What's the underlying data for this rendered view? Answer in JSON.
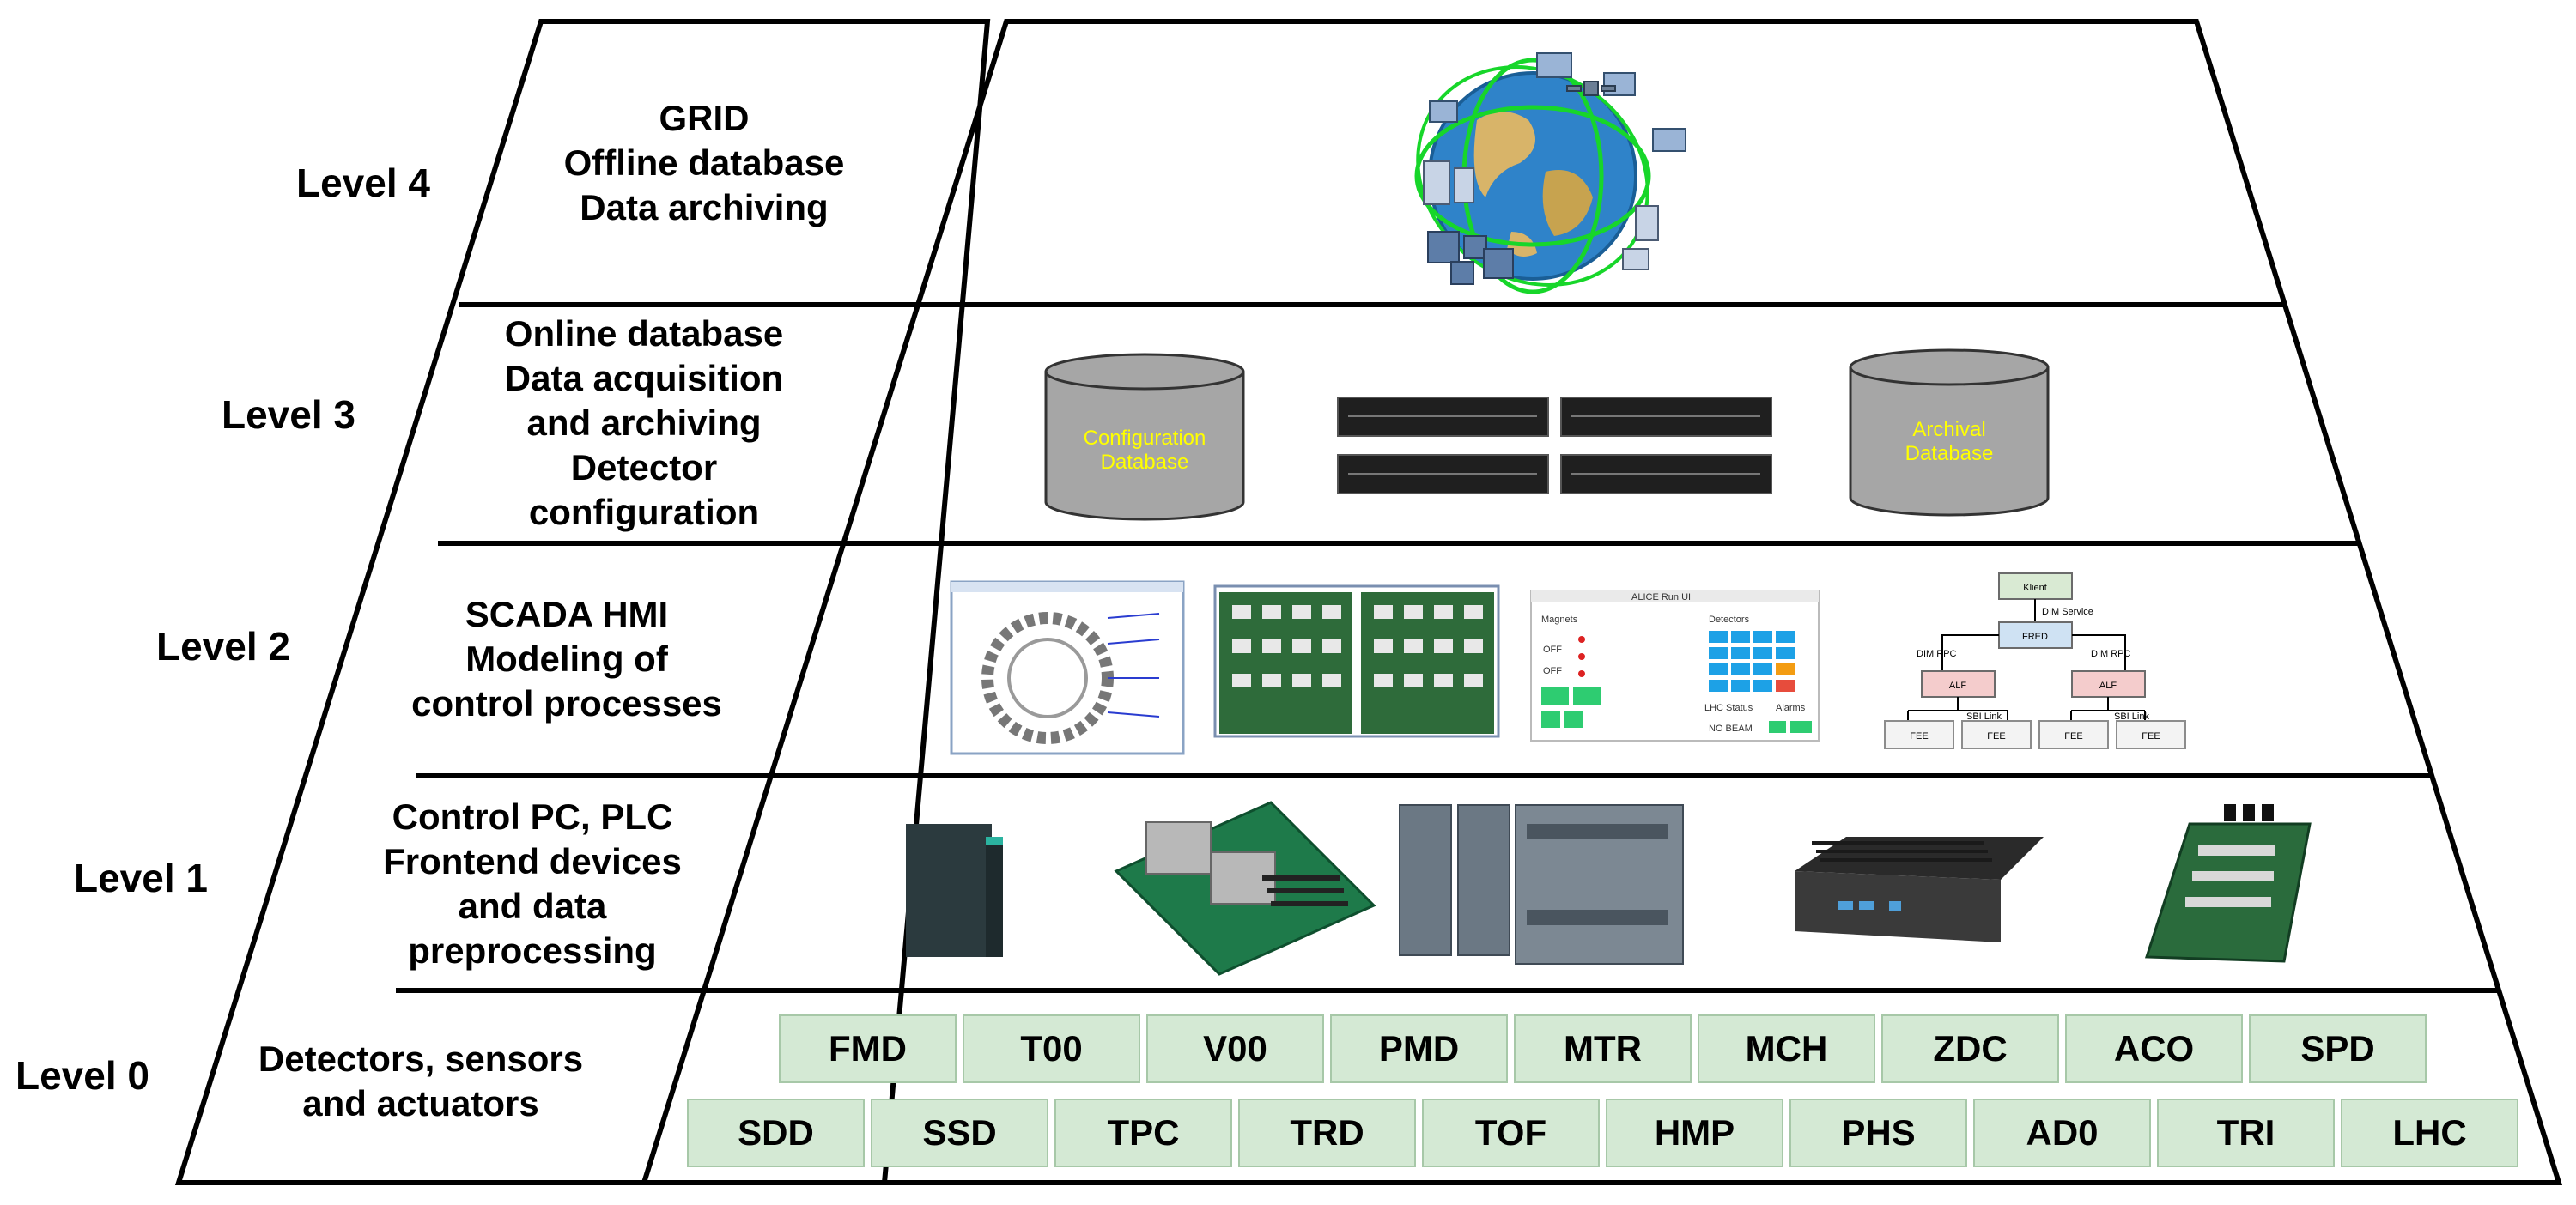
{
  "levels": [
    {
      "label": "Level 4",
      "desc": [
        "GRID",
        "Offline database",
        "Data archiving"
      ]
    },
    {
      "label": "Level 3",
      "desc": [
        "Online database",
        "Data acquisition",
        "and archiving",
        "Detector",
        "configuration"
      ]
    },
    {
      "label": "Level 2",
      "desc": [
        "SCADA HMI",
        "Modeling of",
        "control processes"
      ]
    },
    {
      "label": "Level 1",
      "desc": [
        "Control PC, PLC",
        "Frontend devices",
        "and data",
        "preprocessing"
      ]
    },
    {
      "label": "Level 0",
      "desc": [
        "Detectors, sensors",
        "and actuators"
      ]
    }
  ],
  "databases": {
    "configuration": [
      "Configuration",
      "Database"
    ],
    "archival": [
      "Archival",
      "Database"
    ]
  },
  "detectors": {
    "row1": [
      "FMD",
      "T00",
      "V00",
      "PMD",
      "MTR",
      "MCH",
      "ZDC",
      "ACO",
      "SPD"
    ],
    "row2": [
      "SDD",
      "SSD",
      "TPC",
      "TRD",
      "TOF",
      "HMP",
      "PHS",
      "AD0",
      "TRI",
      "LHC"
    ]
  },
  "scada_panel": {
    "title": "ALICE Run UI",
    "headers": [
      "Magnets",
      "Detectors"
    ],
    "states": [
      "OFF",
      "OFF"
    ],
    "lhc_status_label": "LHC Status",
    "alarms_label": "Alarms",
    "beam_status": "NO BEAM"
  },
  "control_tree": {
    "klient": "Klient",
    "dim_service": "DIM Service",
    "fred": "FRED",
    "dim_rpc": "DIM RPC",
    "alf": "ALF",
    "sbi_link": "SBI Link",
    "fee": "FEE"
  },
  "colors": {
    "detector_fill": "#d4e9d4",
    "detector_border": "#a7c8a8",
    "db_fill": "#a6a6a6",
    "db_label": "#ffff00",
    "outline": "#000000"
  }
}
